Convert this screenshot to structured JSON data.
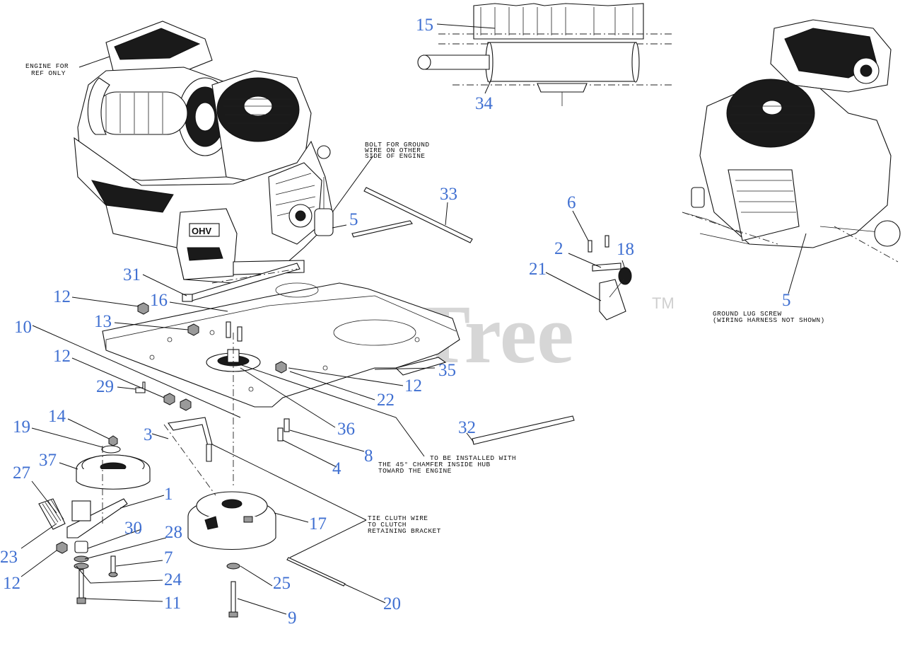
{
  "watermark": {
    "text": "PartsTree",
    "trademark": "TM"
  },
  "notes": {
    "engine_ref": [
      "ENGINE FOR",
      "REF ONLY"
    ],
    "ground_bolt": [
      "BOLT FOR GROUND",
      "WIRE ON OTHER",
      "SIDE OF ENGINE"
    ],
    "ground_lug": [
      "GROUND LUG SCREW",
      "(WIRING HARNESS NOT SHOWN)"
    ],
    "chamfer": [
      "TO BE INSTALLED WITH",
      "THE 45° CHAMFER INSIDE HUB",
      "TOWARD THE ENGINE"
    ],
    "clutch_wire": [
      "TIE CLUTH WIRE",
      "TO CLUTCH",
      "RETAINING BRACKET"
    ]
  },
  "callouts": {
    "c15": "15",
    "c34": "34",
    "c33": "33",
    "c5a": "5",
    "c5b": "5",
    "c6": "6",
    "c2": "2",
    "c18": "18",
    "c21": "21",
    "c31": "31",
    "c12a": "12",
    "c16": "16",
    "c13": "13",
    "c10": "10",
    "c12b": "12",
    "c29": "29",
    "c35": "35",
    "c12c": "12",
    "c22": "22",
    "c36": "36",
    "c14": "14",
    "c19": "19",
    "c3": "3",
    "c32": "32",
    "c8": "8",
    "c4": "4",
    "c37": "37",
    "c27": "27",
    "c1": "1",
    "c17": "17",
    "c30": "30",
    "c28": "28",
    "c23": "23",
    "c7": "7",
    "c12d": "12",
    "c24": "24",
    "c25": "25",
    "c11": "11",
    "c20": "20",
    "c9": "9"
  }
}
